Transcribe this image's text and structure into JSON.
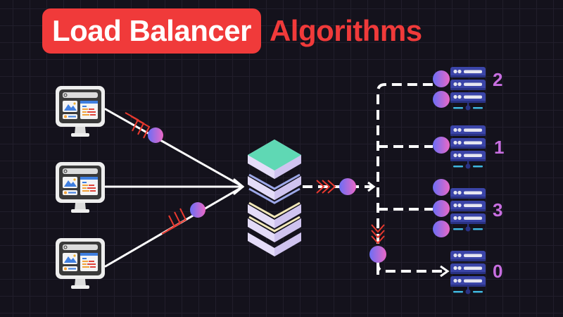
{
  "title": {
    "highlighted": "Load Balancer",
    "rest": "Algorithms"
  },
  "colors": {
    "background": "#14121c",
    "accent_red": "#f03a3a",
    "connection_white": "#ffffff",
    "chevron_red": "#e8392f",
    "request_dot_start": "#6b6ef5",
    "request_dot_end": "#e868c8",
    "lb_top": "#5fd8b4",
    "lb_side": "#e4dcf8",
    "server_blue": "#3b45a8",
    "label_purple": "#c76ee0"
  },
  "clients": [
    {
      "name": "client-1",
      "icon": "monitor-browser-icon"
    },
    {
      "name": "client-2",
      "icon": "monitor-browser-icon"
    },
    {
      "name": "client-3",
      "icon": "monitor-browser-icon"
    }
  ],
  "load_balancer": {
    "icon": "server-stack-icon"
  },
  "servers": [
    {
      "id": "server-a",
      "connection_count": "2"
    },
    {
      "id": "server-b",
      "connection_count": "1"
    },
    {
      "id": "server-c",
      "connection_count": "3"
    },
    {
      "id": "server-d",
      "connection_count": "0"
    }
  ]
}
